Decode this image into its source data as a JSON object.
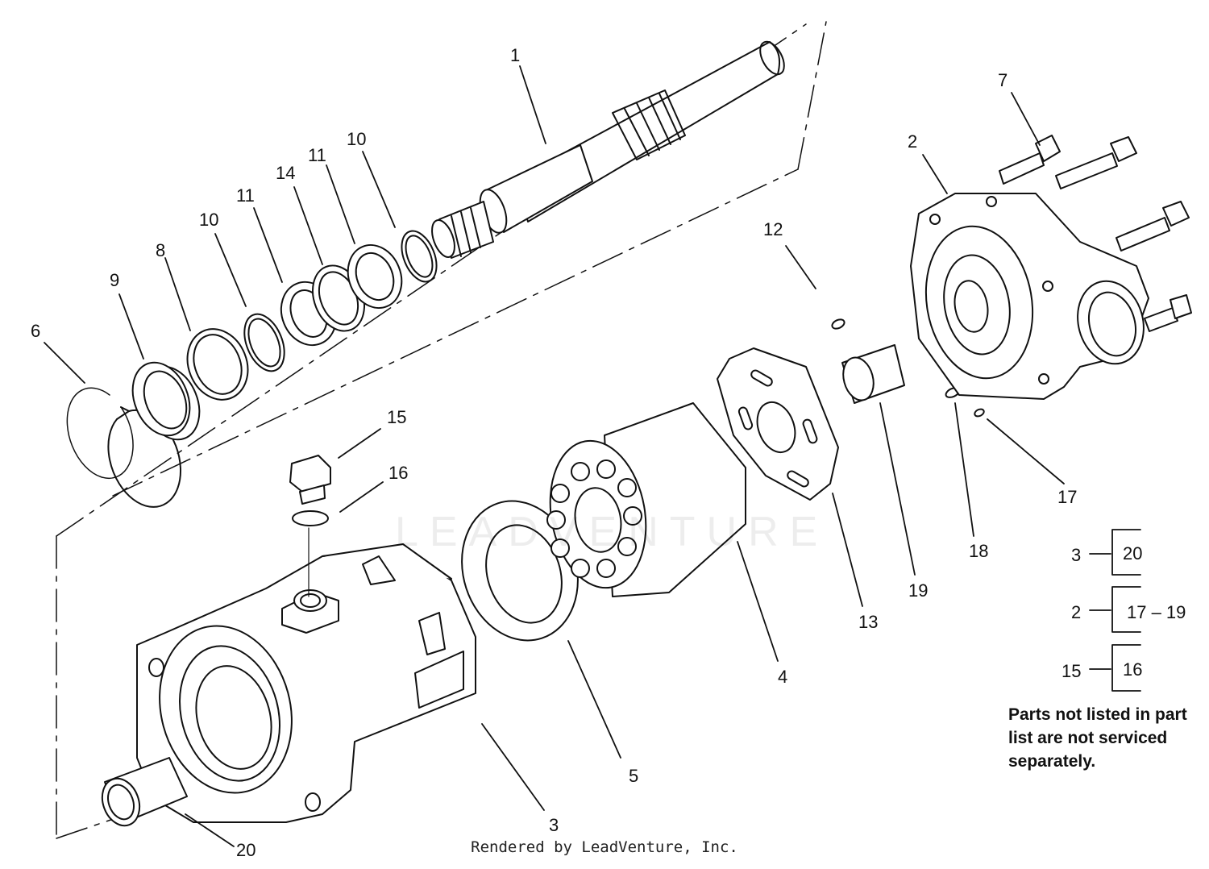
{
  "callouts": {
    "c1": "1",
    "c2": "2",
    "c3": "3",
    "c4": "4",
    "c5": "5",
    "c6": "6",
    "c7": "7",
    "c8": "8",
    "c9": "9",
    "c10a": "10",
    "c10b": "10",
    "c11a": "11",
    "c11b": "11",
    "c12": "12",
    "c13": "13",
    "c14": "14",
    "c15": "15",
    "c16": "16",
    "c17": "17",
    "c18": "18",
    "c19": "19",
    "c20": "20"
  },
  "kits": [
    {
      "parent": "3",
      "children": "20"
    },
    {
      "parent": "2",
      "children": "17 – 19"
    },
    {
      "parent": "15",
      "children": "16"
    }
  ],
  "note": "Parts not listed in part list are not serviced separately.",
  "footer": "Rendered by LeadVenture, Inc.",
  "watermark": "LEADVENTURE"
}
